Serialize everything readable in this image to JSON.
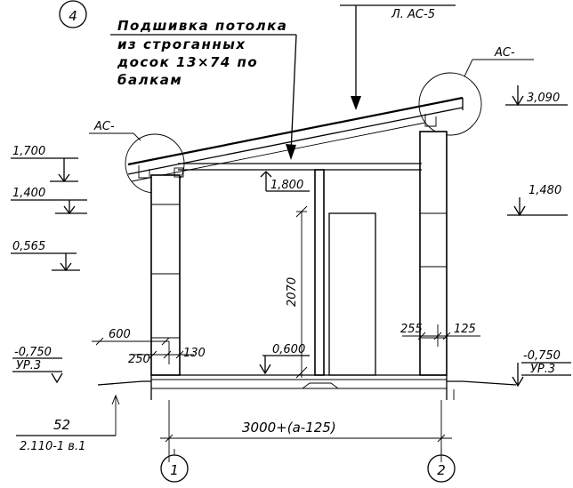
{
  "sheet_number": "4",
  "top_ref": "Л. АС-5",
  "note": {
    "line1": "Подшивка потолка",
    "line2": "из строганных",
    "line3": "досок 13×74 по",
    "line4": "балкам"
  },
  "callout_left": "АС-",
  "callout_right": "АС-",
  "levels": {
    "l1700": "1,700",
    "l1400": "1,400",
    "l0565": "0,565",
    "lm0750_left": "-0,750",
    "ur3_left": "УР.3",
    "l3090": "3,090",
    "l1480": "1,480",
    "lm0750_right": "-0,750",
    "ur3_right": "УР.3",
    "l1800": "1,800",
    "l0600": "0,600"
  },
  "dims": {
    "d600": "600",
    "d250": "250",
    "d130": "130",
    "d255": "255",
    "d125": "125",
    "d2070": "2070",
    "span": "3000+(а-125)"
  },
  "ref_fraction": {
    "top": "52",
    "bottom": "2.110-1 в.1"
  },
  "axes": {
    "a1": "1",
    "a2": "2"
  }
}
